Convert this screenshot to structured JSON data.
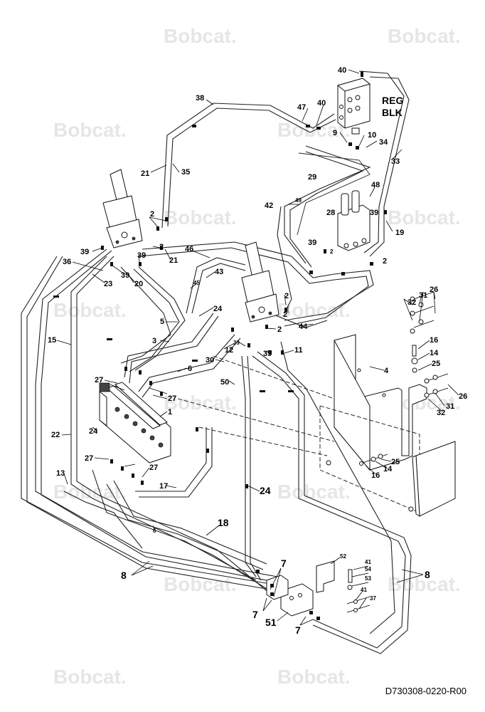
{
  "watermark": "Bobcat.",
  "drawing_code": "D730308-0220-R00",
  "block_label_1": "REG",
  "block_label_2": "BLK",
  "callouts": [
    "40",
    "38",
    "47",
    "40",
    "9",
    "10",
    "34",
    "33",
    "21",
    "35",
    "29",
    "48",
    "42",
    "49",
    "28",
    "39",
    "19",
    "2",
    "2",
    "2",
    "39",
    "2",
    "36",
    "39",
    "39",
    "23",
    "39",
    "20",
    "21",
    "46",
    "43",
    "45",
    "2",
    "2",
    "24",
    "2",
    "5",
    "44",
    "3",
    "12",
    "39",
    "30",
    "39",
    "11",
    "15",
    "27",
    "6",
    "50",
    "27",
    "1",
    "22",
    "24",
    "27",
    "27",
    "13",
    "17",
    "24",
    "6",
    "18",
    "7",
    "8",
    "8",
    "52",
    "41",
    "54",
    "53",
    "41",
    "37",
    "7",
    "51",
    "7",
    "31",
    "26",
    "32",
    "16",
    "14",
    "25",
    "4",
    "26",
    "31",
    "32",
    "25",
    "16",
    "14"
  ]
}
